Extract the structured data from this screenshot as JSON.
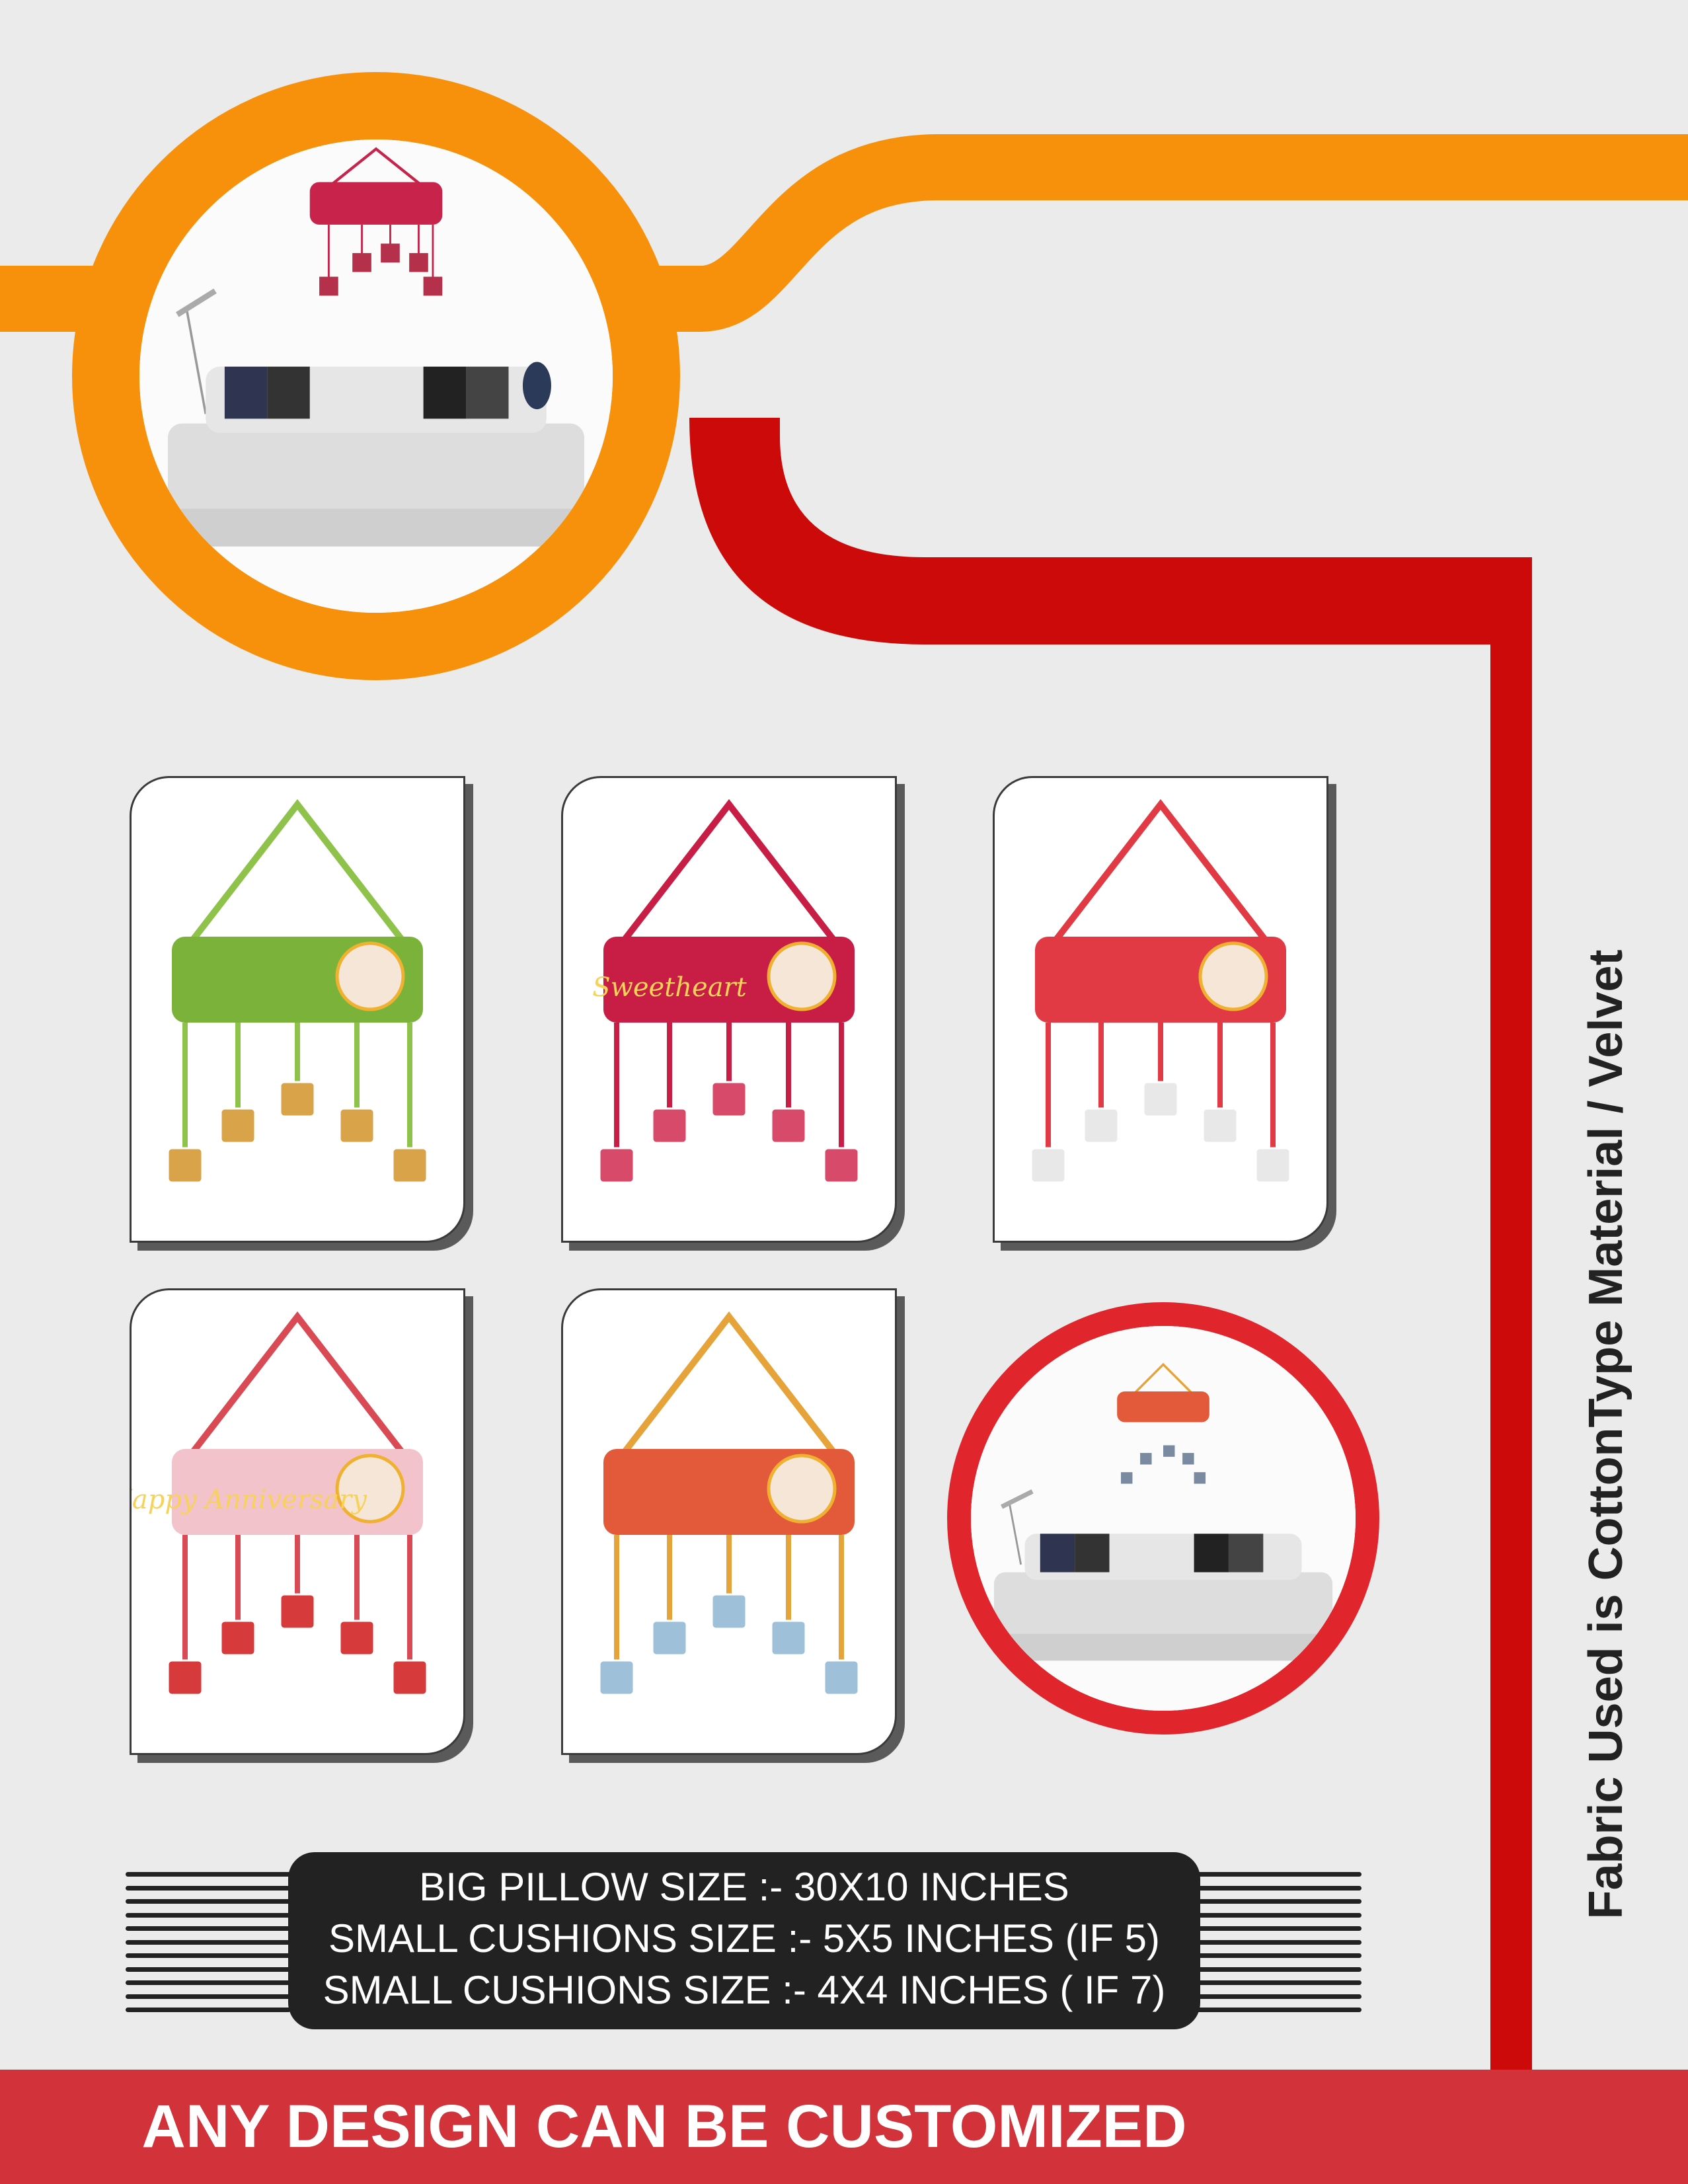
{
  "colors": {
    "orange": "#f7900a",
    "red": "#cc0a0a",
    "background": "#ebebeb",
    "dark": "#222222",
    "bottom_bar": "#d2323a"
  },
  "fabric_note": "Fabric Used is CottonType Material / Velvet",
  "sizes": {
    "lines": [
      "BIG PILLOW SIZE :- 30X10 INCHES",
      "SMALL CUSHIONS SIZE :- 5X5 INCHES (IF 5)",
      "SMALL CUSHIONS SIZE :- 4X4 INCHES ( IF 7)"
    ]
  },
  "banner": "ANY DESIGN CAN BE CUSTOMIZED",
  "products": [
    {
      "pillow": "#7bb33a",
      "strap": "#8fc24a",
      "cushion": "#d9a34a",
      "label": ""
    },
    {
      "pillow": "#c81e45",
      "strap": "#c81e45",
      "cushion": "#d84a6a",
      "label": "Sweetheart"
    },
    {
      "pillow": "#e23a44",
      "strap": "#e23a44",
      "cushion": "#e8e8e8",
      "label": ""
    },
    {
      "pillow": "#f3c3cc",
      "strap": "#d94a55",
      "cushion": "#d63a3a",
      "label": "Happy Anniversary"
    },
    {
      "pillow": "#e35a3a",
      "strap": "#e6a33a",
      "cushion": "#9ec0d8",
      "label": ""
    }
  ]
}
